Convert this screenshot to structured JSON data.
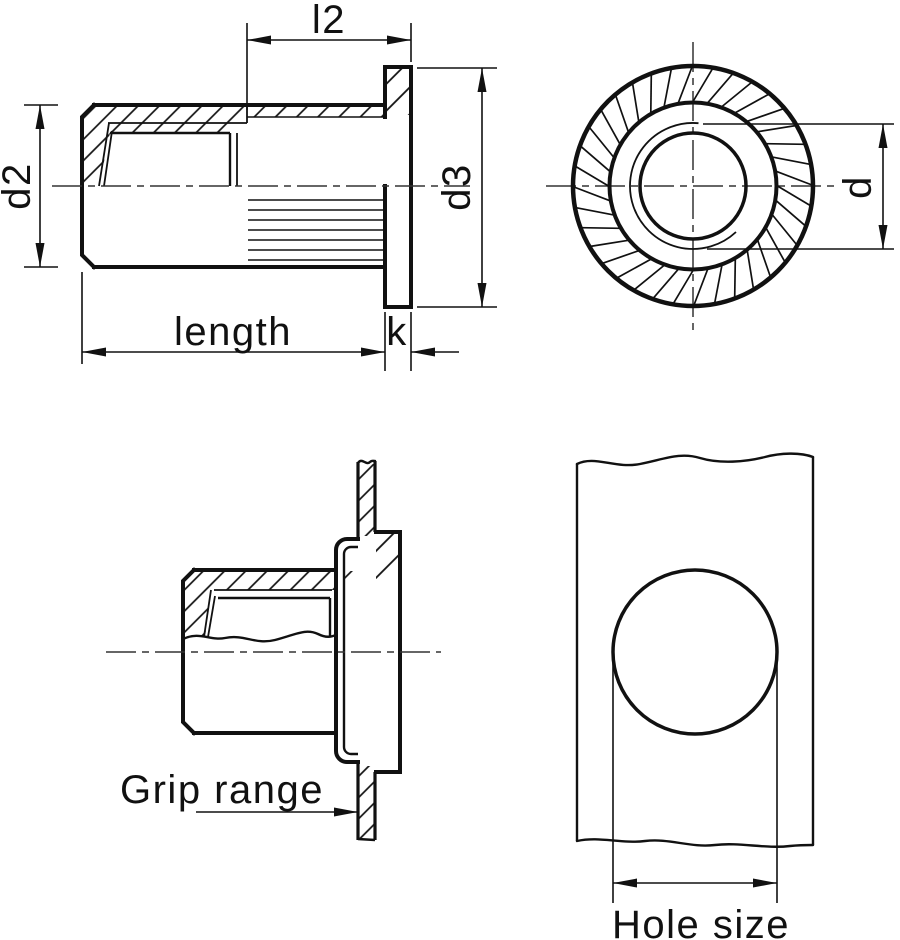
{
  "colors": {
    "line": "#111111",
    "centerline": "#333333",
    "background": "#ffffff"
  },
  "dimensions": {
    "l2": "l2",
    "d2": "d2",
    "d3": "d3",
    "d": "d",
    "length": "length",
    "k": "k"
  },
  "annotations": {
    "grip_range": "Grip range",
    "hole_size": "Hole size"
  }
}
